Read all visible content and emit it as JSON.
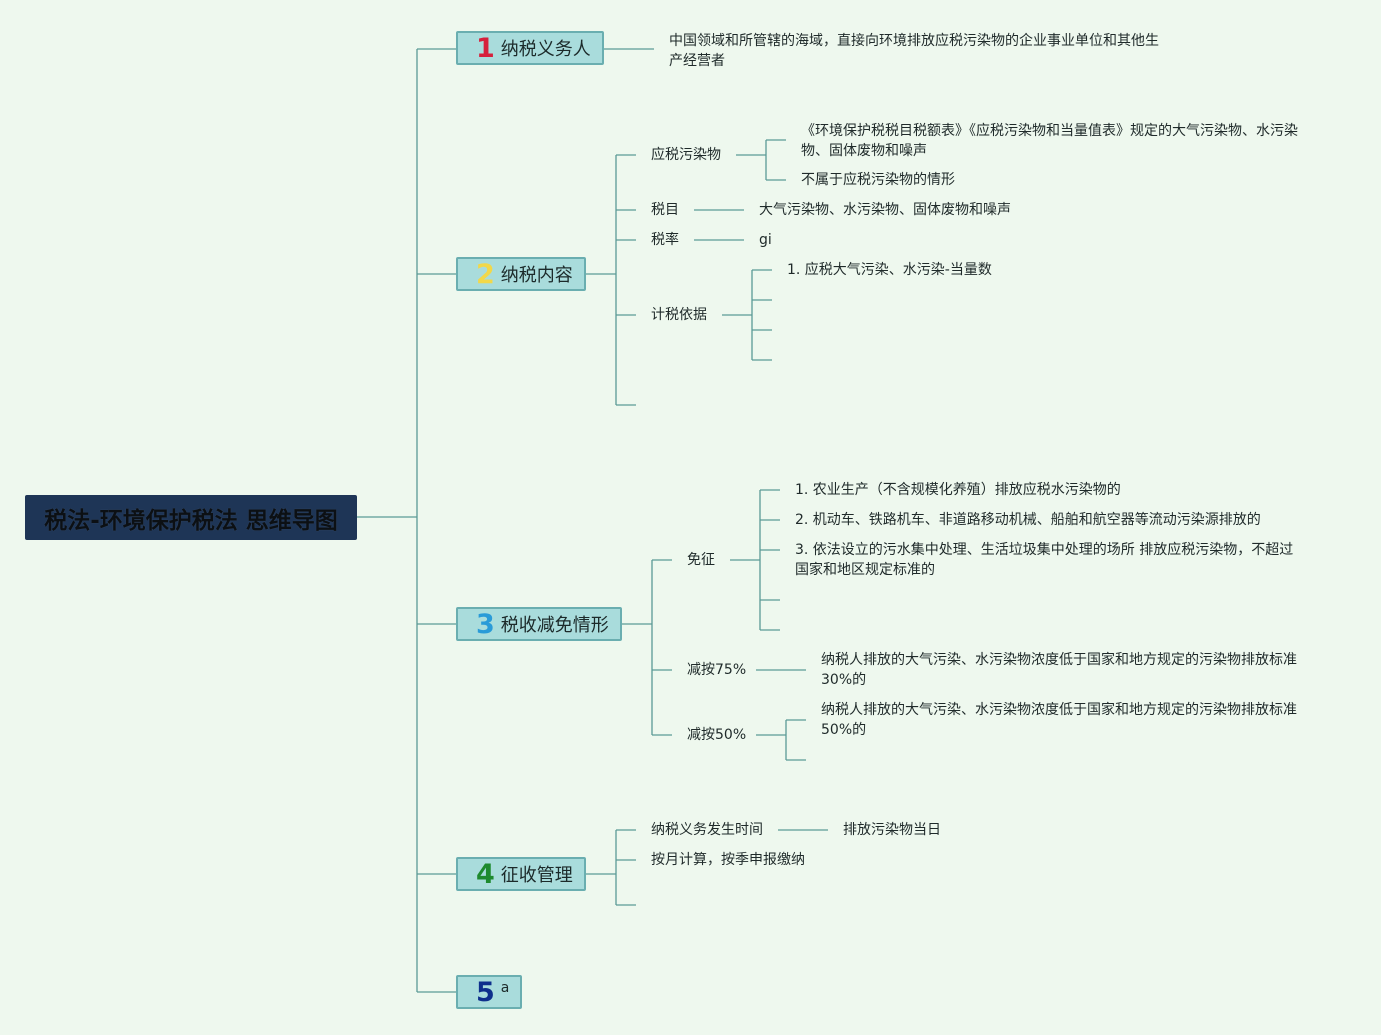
{
  "root": {
    "title": "税法-环境保护税法 思维导图"
  },
  "topics": [
    {
      "num": "1",
      "label": "纳税义务人",
      "color": "#d6203c"
    },
    {
      "num": "2",
      "label": "纳税内容",
      "color": "#f2d84a"
    },
    {
      "num": "3",
      "label": "税收减免情形",
      "color": "#2a9bd8"
    },
    {
      "num": "4",
      "label": "征收管理",
      "color": "#1e8a2e"
    },
    {
      "num": "5",
      "label": "a",
      "color": "#0e2f8c"
    }
  ],
  "t1": {
    "desc": "中国领域和所管辖的海域，直接向环境排放应税污染物的企业事业单位和其他生产经营者"
  },
  "t2": {
    "pollutants": {
      "label": "应税污染物",
      "items": [
        "《环境保护税税目税额表》《应税污染物和当量值表》规定的大气污染物、水污染物、固体废物和噪声",
        "不属于应税污染物的情形"
      ]
    },
    "items": {
      "label": "税目",
      "value": "大气污染物、水污染物、固体废物和噪声"
    },
    "rate": {
      "label": "税率",
      "value": "gi"
    },
    "basis": {
      "label": "计税依据",
      "items": [
        "1. 应税大气污染、水污染-当量数"
      ]
    }
  },
  "t3": {
    "exempt": {
      "label": "免征",
      "items": [
        "1. 农业生产（不含规模化养殖）排放应税水污染物的",
        "2. 机动车、铁路机车、非道路移动机械、船舶和航空器等流动污染源排放的",
        "3. 依法设立的污水集中处理、生活垃圾集中处理的场所 排放应税污染物，不超过国家和地区规定标准的"
      ]
    },
    "r75": {
      "label": "减按75%",
      "value": "纳税人排放的大气污染、水污染物浓度低于国家和地方规定的污染物排放标准30%的"
    },
    "r50": {
      "label": "减按50%",
      "value": "纳税人排放的大气污染、水污染物浓度低于国家和地方规定的污染物排放标准50%的"
    }
  },
  "t4": {
    "time": {
      "label": "纳税义务发生时间",
      "value": "排放污染物当日"
    },
    "monthly": "按月计算，按季申报缴纳"
  },
  "style": {
    "line_color": "#5b9a96",
    "background": "#eef8ee",
    "root_bg": "#1e3556",
    "topic_bg": "#a9dcdc"
  }
}
